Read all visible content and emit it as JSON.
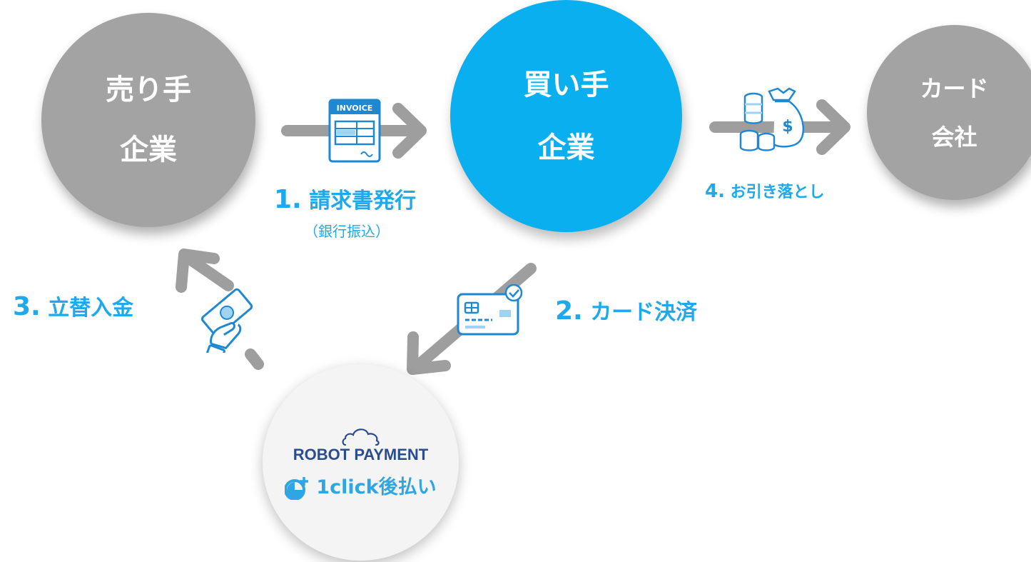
{
  "nodes": {
    "seller": {
      "line1": "売り手",
      "line2": "企業"
    },
    "buyer": {
      "line1": "買い手",
      "line2": "企業"
    },
    "card_company": {
      "line1": "カード",
      "line2": "会社"
    },
    "robot_payment": {
      "brand": "ROBOT PAYMENT",
      "product": "1click後払い"
    }
  },
  "steps": {
    "step1": {
      "number": "1.",
      "label": "請求書発行",
      "note": "（銀行振込）"
    },
    "step2": {
      "number": "2.",
      "label": "カード決済"
    },
    "step3": {
      "number": "3.",
      "label": "立替入金"
    },
    "step4": {
      "number": "4.",
      "label": "お引き落とし"
    }
  },
  "icons": {
    "invoice": {
      "name": "invoice-icon",
      "text": "INVOICE"
    },
    "credit_card": {
      "name": "credit-card-check-icon"
    },
    "money_bag": {
      "name": "money-bag-coins-icon",
      "text": "$"
    },
    "cash_hand": {
      "name": "hand-cash-icon"
    }
  },
  "colors": {
    "accent": "#1ea9ec",
    "buyer_fill": "#0aafef",
    "node_gray": "#a3a3a3",
    "arrow_gray": "#9e9e9e",
    "brand_navy": "#2a4d8e"
  }
}
